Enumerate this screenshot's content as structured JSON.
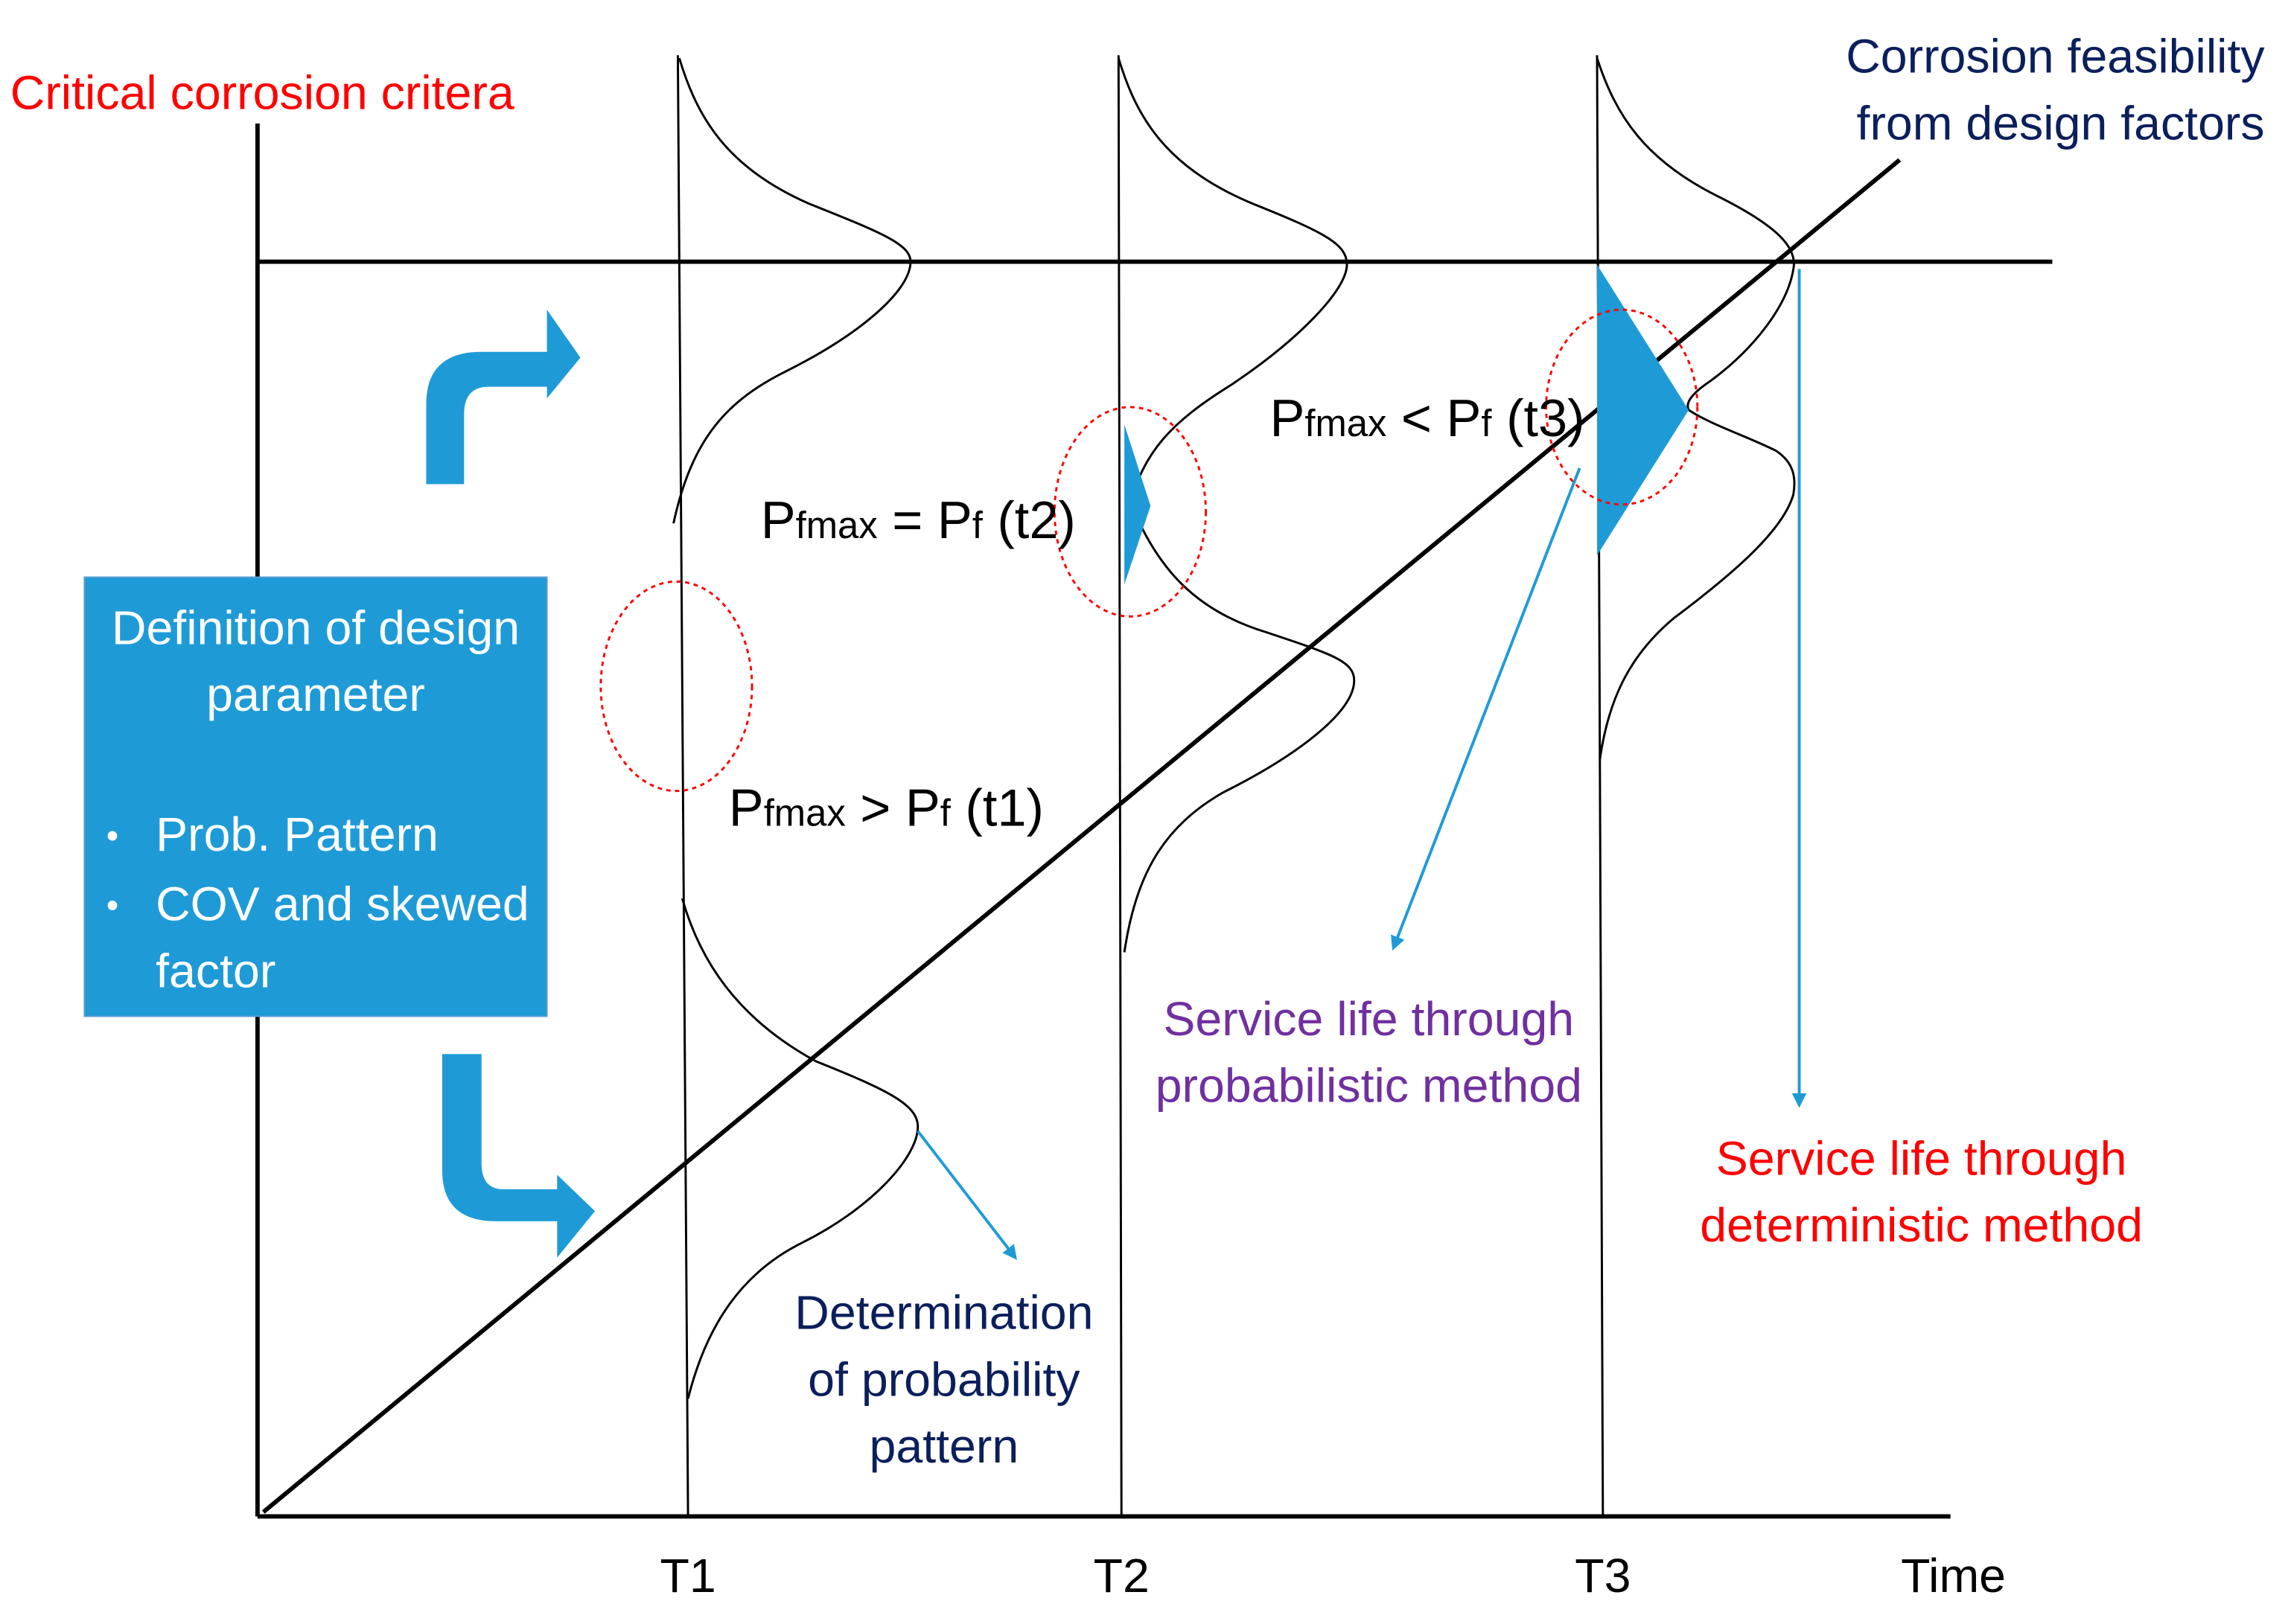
{
  "labels": {
    "critical_criteria": "Critical corrosion critera",
    "feasibility_line1": "Corrosion feasibility",
    "feasibility_line2": "from design factors",
    "pf_t2": {
      "main": "P",
      "sub": "fmax",
      "op": " =  ",
      "rhs": "P",
      "rhs_sub": "f",
      "arg": " (t2)"
    },
    "pf_t1": {
      "main": "P",
      "sub": "fmax",
      "op": " >  ",
      "rhs": "P",
      "rhs_sub": "f",
      "arg": " (t1)"
    },
    "pf_t3": {
      "main": "P",
      "sub": "fmax",
      "op": " <  ",
      "rhs": "P",
      "rhs_sub": "f",
      "arg": " (t3)"
    },
    "prob_method_line1": "Service life through",
    "prob_method_line2": "probabilistic method",
    "det_method_line1": "Service life through",
    "det_method_line2": "deterministic method",
    "determination_line1": "Determination",
    "determination_line2": "of probability",
    "determination_line3": "pattern"
  },
  "design_box": {
    "title_line1": "Definition of design",
    "title_line2": "parameter",
    "bullet1": "Prob. Pattern",
    "bullet2_line1": "COV and skewed",
    "bullet2_line2": "factor",
    "bullet_char": "•"
  },
  "axis": {
    "ticks": [
      "T1",
      "T2",
      "T3"
    ],
    "x_label": "Time"
  },
  "colors": {
    "red": "#ff0000",
    "navy": "#0b1f5c",
    "purple": "#7030a0",
    "box_fill": "#1e9bd7",
    "arrow_fill": "#1e9bd7",
    "line": "#000000"
  }
}
